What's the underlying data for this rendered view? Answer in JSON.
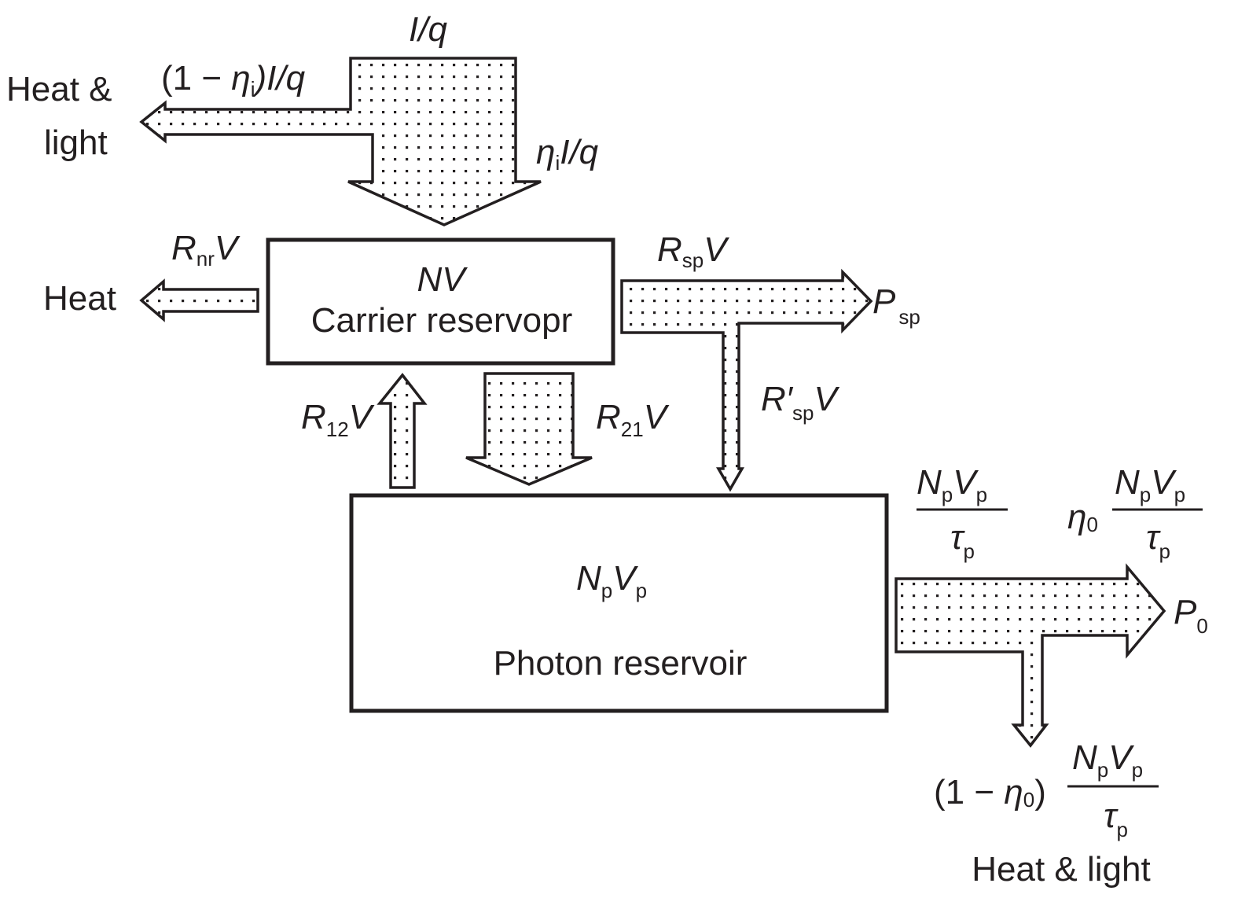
{
  "diagram": {
    "title": "Carrier and photon reservoir rate diagram",
    "colors": {
      "ink": "#231f20",
      "background": "#ffffff"
    },
    "nodes": {
      "carrier_reservoir": {
        "symbol_main": "NV",
        "label": "Carrier reservopr"
      },
      "photon_reservoir": {
        "symbol_N": "N",
        "sub_p1": "p",
        "symbol_V": "V",
        "sub_p2": "p",
        "label": "Photon reservoir"
      }
    },
    "flows": {
      "injection": {
        "main": "I/q"
      },
      "leak": {
        "paren_open": "(1 − ",
        "eta": "η",
        "eta_sub": "i",
        "rest": ")I/q",
        "dest_line1": "Heat &",
        "dest_line2": "light"
      },
      "injected": {
        "eta": "η",
        "eta_sub": "i",
        "rest": "I/q"
      },
      "nonradiative": {
        "R": "R",
        "sub": "nr",
        "V": "V",
        "dest": "Heat"
      },
      "spontaneous": {
        "R": "R",
        "sub": "sp",
        "V": "V",
        "dest_P": "P",
        "dest_sub": "sp"
      },
      "spontaneous_coupled": {
        "R": "R′",
        "sub": "sp",
        "V": "V"
      },
      "absorption": {
        "R": "R",
        "sub": "12",
        "V": "V"
      },
      "stimulated": {
        "R": "R",
        "sub": "21",
        "V": "V"
      },
      "photon_loss": {
        "num_N": "N",
        "num_sub1": "p",
        "num_V": "V",
        "num_sub2": "p",
        "den_tau": "τ",
        "den_sub": "p"
      },
      "output": {
        "eta": "η",
        "eta_sub": "0",
        "num_N": "N",
        "num_sub1": "p",
        "num_V": "V",
        "num_sub2": "p",
        "den_tau": "τ",
        "den_sub": "p",
        "dest_P": "P",
        "dest_sub": "0"
      },
      "internal_loss": {
        "paren_open": "(1 − ",
        "eta": "η",
        "eta_sub": "0",
        "paren_close": ")",
        "num_N": "N",
        "num_sub1": "p",
        "num_V": "V",
        "num_sub2": "p",
        "den_tau": "τ",
        "den_sub": "p",
        "dest": "Heat & light"
      }
    }
  }
}
